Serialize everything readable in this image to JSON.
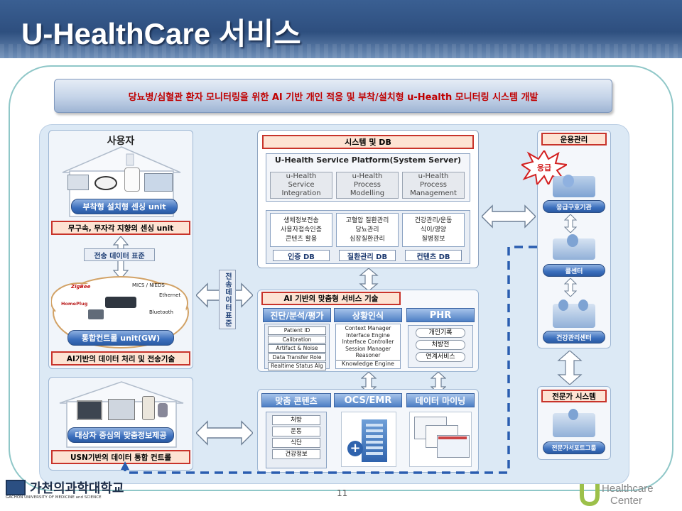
{
  "header": {
    "title": "U-HealthCare 서비스"
  },
  "banner": {
    "text": "당뇨병/심혈관 환자 모니터링을 위한 AI 기반 개인 적응 및 부착/설치형 u-Health 모니터링 시스템 개발"
  },
  "user_section": {
    "title": "사용자",
    "sensing_unit": "부착형 설치형 센싱 unit",
    "sensing_tech": "무구속, 무자각 지향의 센싱 unit",
    "transfer_standard": "전송 데이터 표준",
    "network_labels": [
      "ZigBee",
      "MICS / NIEDS",
      "Ethernet",
      "HomePlug",
      "Bluetooth"
    ],
    "gateway": "통합컨트롤 unit(GW)",
    "ai_processing": "AI기반의 데이터 처리 및 전송기술",
    "custom_info": "대상자 중심의 맞춤정보제공",
    "usn_control": "USN기반의 데이터 통합 컨트롤"
  },
  "middle_link": {
    "vertical_label": "전송데이터표준"
  },
  "system": {
    "title": "시스템 및 DB",
    "platform_title": "U-Health Service Platform(System Server)",
    "modules": [
      {
        "lines": [
          "u-Health",
          "Service",
          "Integration"
        ]
      },
      {
        "lines": [
          "u-Health",
          "Process",
          "Modelling"
        ]
      },
      {
        "lines": [
          "u-Health",
          "Process",
          "Management"
        ]
      }
    ],
    "db_groups": [
      {
        "items": [
          "생체정보전송",
          "사용자접속인증",
          "콘텐츠 활용"
        ],
        "label": "인증 DB"
      },
      {
        "items": [
          "고혈압 질환관리",
          "당뇨관리",
          "심장질환관리"
        ],
        "label": "질환관리 DB"
      },
      {
        "items": [
          "건강관리/운동",
          "식이/영양",
          "질병정보"
        ],
        "label": "컨텐츠 DB"
      }
    ]
  },
  "ai_service": {
    "title": "AI 기반의 맞춤형 서비스 기술",
    "diagnosis": {
      "title": "진단/분석/평가",
      "items": [
        "Patient ID",
        "Calibration",
        "Artifact & Noise",
        "Data Transfer Role",
        "Realtime Status Alg"
      ]
    },
    "situation": {
      "title": "상황인식",
      "items": [
        "Context Manager",
        "Interface Engine",
        "Interface Controller",
        "Session Manager",
        "Reasoner"
      ],
      "footer": "Knowledge Engine"
    },
    "phr": {
      "title": "PHR",
      "items": [
        "개인기록",
        "처방전",
        "연계서비스"
      ]
    }
  },
  "bottom_services": {
    "custom_contents": {
      "title": "맞춤 콘텐츠",
      "items": [
        "처방",
        "운동",
        "식단",
        "건강정보"
      ]
    },
    "ocs_emr": {
      "title": "OCS/EMR"
    },
    "data_mining": {
      "title": "데이터 마이닝"
    }
  },
  "operations": {
    "title": "운용관리",
    "emergency_burst": "응급",
    "nodes": [
      "응급구호기관",
      "콜센터",
      "건강관리센터"
    ],
    "expert_title": "전문가 시스템",
    "expert_node": "전문가서포트그룹"
  },
  "footer": {
    "page_number": "11",
    "university_logo": "가천의과학대학교",
    "university_en": "GACHON UNIVERSITY OF MEDICINE and SCIENCE",
    "center_logo_line1": "Healthcare",
    "center_logo_line2": "Center"
  },
  "colors": {
    "accent_red": "#c8332a",
    "accent_blue": "#3b6fbd",
    "dashed_line": "#2a5db0"
  }
}
